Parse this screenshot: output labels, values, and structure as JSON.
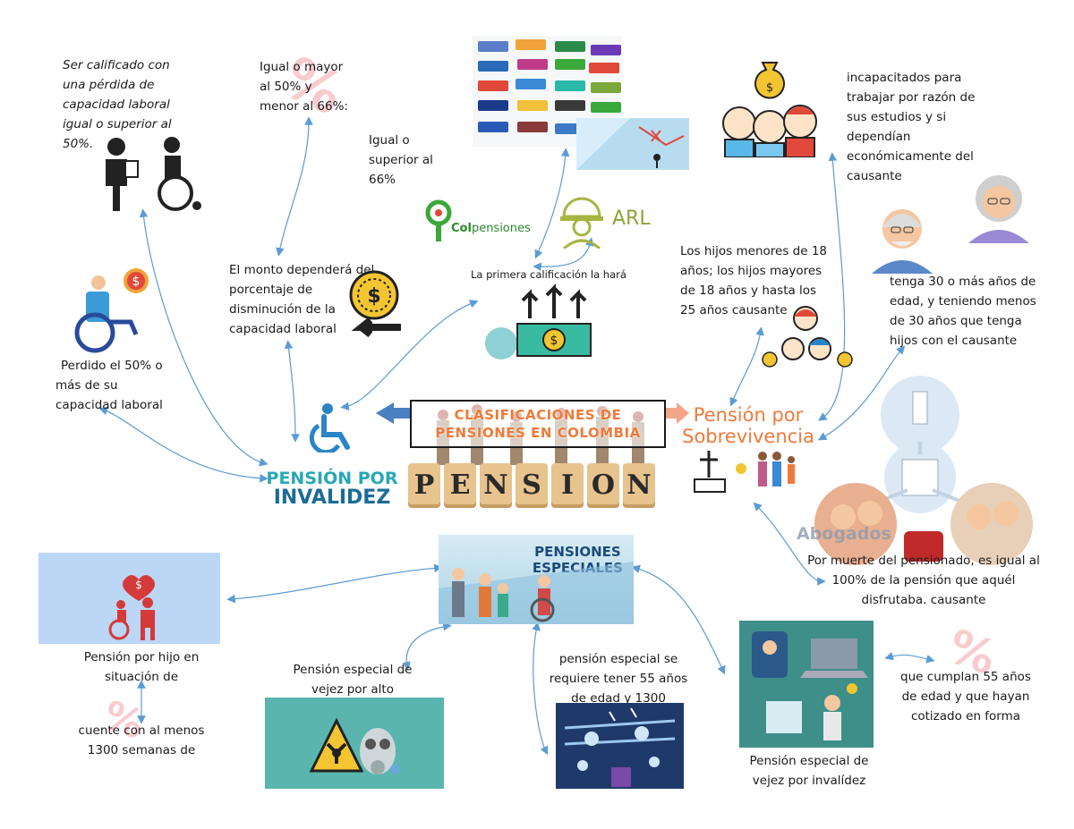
{
  "title": {
    "line1": "CLASIFICACIONES DE",
    "line2": "PENSIONES EN COLOMBIA"
  },
  "word_blocks": [
    "P",
    "E",
    "N",
    "S",
    "I",
    "O",
    "N"
  ],
  "invalidez": {
    "title_line1": "PENSIÓN POR",
    "title_line2": "INVALIDEZ",
    "calificado": [
      "Ser calificado con",
      "una pérdida de",
      "capacidad laboral",
      "igual o superior al",
      "50%."
    ],
    "perdido": [
      "Perdido el 50% o",
      "más de su",
      "capacidad laboral"
    ],
    "igual_mayor": [
      "Igual o mayor",
      "al 50% y",
      "menor al 66%:"
    ],
    "igual_superior": [
      "Igual o",
      "superior al",
      "66%"
    ],
    "monto": [
      "El monto dependerá del",
      "porcentaje de",
      "disminución de la",
      "capacidad laboral"
    ],
    "primera": "La primera calificación la hará",
    "colpensiones": "Colpensiones",
    "arl": "ARL"
  },
  "sobrevivencia": {
    "title_line1": "Pensión por",
    "title_line2": "Sobrevivencia",
    "incapacitados": [
      "incapacitados para",
      "trabajar por razón de",
      "sus estudios y si",
      "dependían",
      "económicamente del",
      "causante"
    ],
    "hijos": [
      "Los hijos menores de 18",
      "años; los hijos mayores",
      "de 18 años y hasta los",
      "25 años causante"
    ],
    "tenga": [
      "tenga 30 o más años de",
      "edad, y teniendo menos",
      "de 30 años que tenga",
      "hijos con el causante"
    ],
    "muerte": [
      "Por muerte del pensionado, es igual al",
      "100% de la pensión que aquél",
      "disfrutaba. causante"
    ],
    "watermark": "Abogados"
  },
  "especiales": {
    "title_line1": "PENSIONES",
    "title_line2": "ESPECIALES",
    "hijo": [
      "Pensión por hijo en",
      "situación de"
    ],
    "cuente": [
      "cuente con al menos",
      "1300 semanas de"
    ],
    "alto": [
      "Pensión especial de",
      "vejez por alto"
    ],
    "requiere": [
      "pensión especial se",
      "requiere tener 55 años",
      "de edad y 1300"
    ],
    "cumplan": [
      "que cumplan 55 años",
      "de edad y que hayan",
      "cotizado en forma"
    ],
    "vejez_inv": [
      "Pensión especial de",
      "vejez por invalídez"
    ]
  },
  "colors": {
    "accent_orange": "#f07a3a",
    "teal": "#27a8b5",
    "navy": "#1b6c96",
    "connector": "#5b9bd5"
  }
}
